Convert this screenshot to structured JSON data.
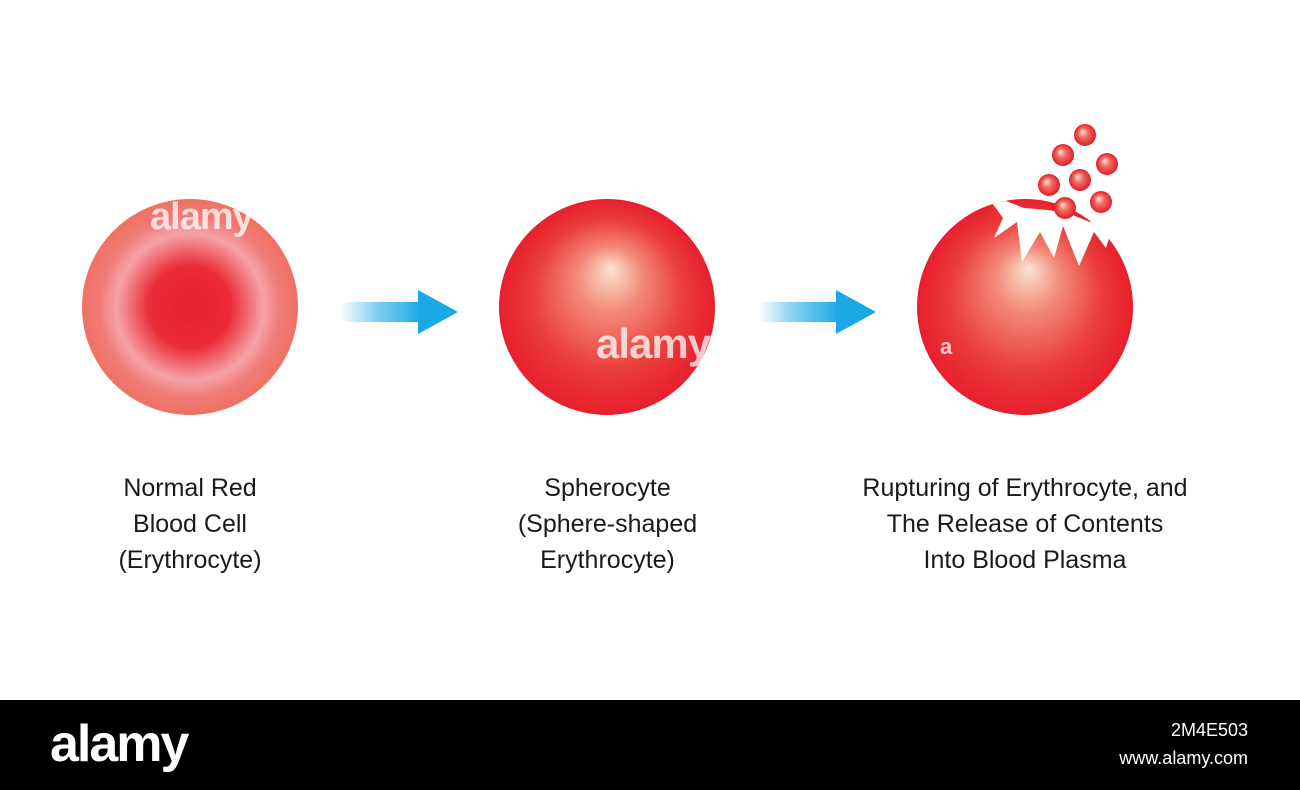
{
  "stages": [
    {
      "caption": [
        "Normal Red",
        "Blood Cell",
        "(Erythrocyte)"
      ]
    },
    {
      "caption": [
        "Spherocyte",
        "(Sphere-shaped",
        "Erythrocyte)"
      ]
    },
    {
      "caption": [
        "Rupturing of Erythrocyte, and",
        "The Release of Contents",
        "Into Blood Plasma"
      ]
    }
  ],
  "colors": {
    "cell_red": "#e8202e",
    "cell_pink": "#f07a78",
    "cell_highlight": "#fbe3d2",
    "arrow_blue": "#1aa8e6"
  },
  "watermarks": {
    "image1": "alamy",
    "image2": "alamy",
    "image3": "a"
  },
  "footer": {
    "logo": "alamy",
    "image_id": "2M4E503",
    "url": "www.alamy.com"
  }
}
